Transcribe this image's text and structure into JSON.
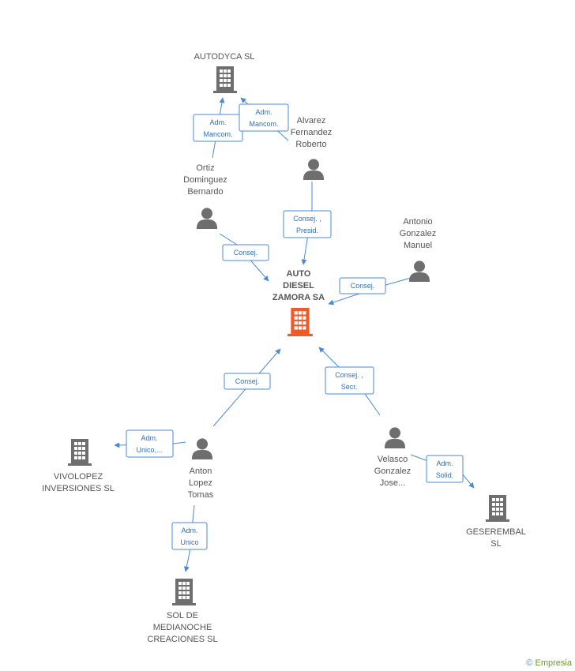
{
  "colors": {
    "accent": "#4a8ad6",
    "main_company": "#f05a28",
    "company": "#6e6e6e",
    "person": "#6e6e6e"
  },
  "nodes": {
    "autodyca": {
      "lines": [
        "AUTODYCA SL"
      ],
      "kind": "company"
    },
    "alvarez": {
      "lines": [
        "Alvarez",
        "Fernandez",
        "Roberto"
      ],
      "kind": "person"
    },
    "ortiz": {
      "lines": [
        "Ortiz",
        "Dominguez",
        "Bernardo"
      ],
      "kind": "person"
    },
    "antonio_gm": {
      "lines": [
        "Antonio",
        "Gonzalez",
        "Manuel"
      ],
      "kind": "person"
    },
    "main": {
      "lines": [
        "AUTO",
        "DIESEL",
        "ZAMORA SA"
      ],
      "kind": "main_company"
    },
    "vivolopez": {
      "lines": [
        "VIVOLOPEZ",
        "INVERSIONES SL"
      ],
      "kind": "company"
    },
    "anton": {
      "lines": [
        "Anton",
        "Lopez",
        "Tomas"
      ],
      "kind": "person"
    },
    "velasco": {
      "lines": [
        "Velasco",
        "Gonzalez",
        "Jose..."
      ],
      "kind": "person"
    },
    "geserembal": {
      "lines": [
        "GESEREMBAL",
        "SL"
      ],
      "kind": "company"
    },
    "sol": {
      "lines": [
        "SOL DE",
        "MEDIANOCHE",
        "CREACIONES SL"
      ],
      "kind": "company"
    }
  },
  "relations": [
    {
      "id": "r1",
      "lines": [
        "Adm.",
        "Mancom."
      ]
    },
    {
      "id": "r2",
      "lines": [
        "Adm.",
        "Mancom."
      ]
    },
    {
      "id": "r3",
      "lines": [
        "Consej. ,",
        "Presid."
      ]
    },
    {
      "id": "r4",
      "lines": [
        "Consej."
      ]
    },
    {
      "id": "r5",
      "lines": [
        "Consej."
      ]
    },
    {
      "id": "r6",
      "lines": [
        "Consej."
      ]
    },
    {
      "id": "r7",
      "lines": [
        "Consej. ,",
        "Secr."
      ]
    },
    {
      "id": "r8",
      "lines": [
        "Adm.",
        "Unico,..."
      ]
    },
    {
      "id": "r9",
      "lines": [
        "Adm.",
        "Solid."
      ]
    },
    {
      "id": "r10",
      "lines": [
        "Adm.",
        "Unico"
      ]
    }
  ],
  "footer": {
    "copyright": "©",
    "brand": "Empresia"
  }
}
